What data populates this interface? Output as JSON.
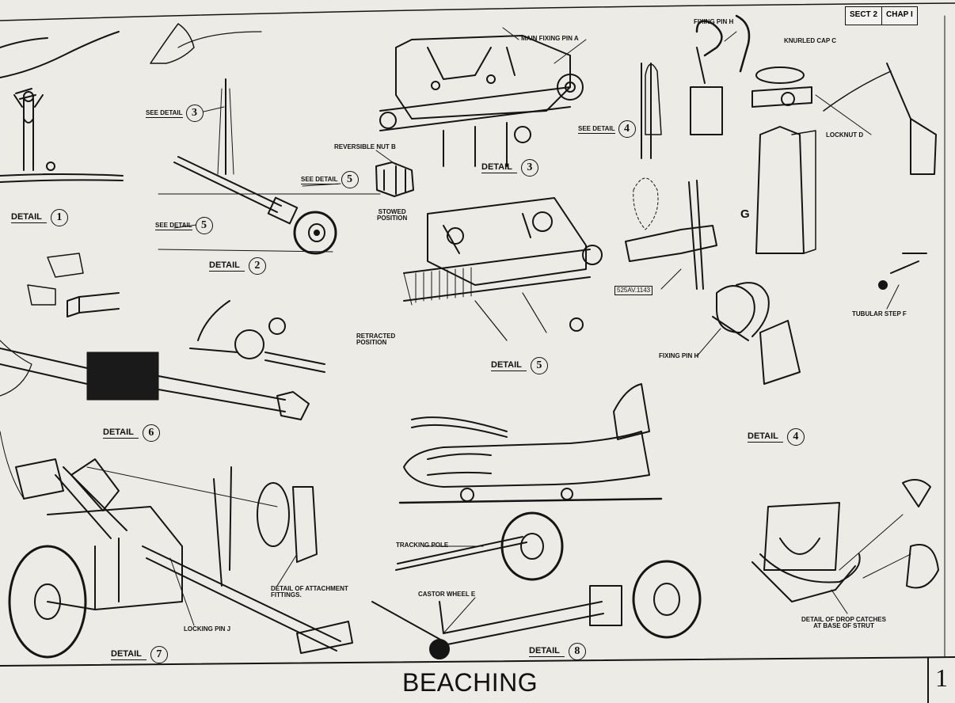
{
  "header": {
    "sect_label": "SECT",
    "sect_value": "2",
    "chap_label": "CHAP",
    "chap_value": "I"
  },
  "title": "BEACHING",
  "page_number": "1",
  "details": {
    "d1": {
      "word": "DETAIL",
      "num": "1"
    },
    "d2": {
      "word": "DETAIL",
      "num": "2"
    },
    "d3": {
      "word": "DETAIL",
      "num": "3"
    },
    "d4": {
      "word": "DETAIL",
      "num": "4"
    },
    "d5": {
      "word": "DETAIL",
      "num": "5"
    },
    "d6": {
      "word": "DETAIL",
      "num": "6"
    },
    "d7": {
      "word": "DETAIL",
      "num": "7"
    },
    "d8": {
      "word": "DETAIL",
      "num": "8"
    }
  },
  "refs": {
    "see3": {
      "text": "SEE DETAIL",
      "num": "3"
    },
    "see5a": {
      "text": "SEE DETAIL",
      "num": "5"
    },
    "see5b": {
      "text": "SEE DETAIL",
      "num": "5"
    },
    "see4": {
      "text": "SEE DETAIL",
      "num": "4"
    }
  },
  "labels": {
    "main_fixing_pin": "MAIN FIXING PIN A",
    "reversible_nut": "REVERSIBLE NUT B",
    "stowed_position": "STOWED\nPOSITION",
    "retracted_position": "RETRACTED\nPOSITION",
    "fixing_pin_h_top": "FIXING PIN H",
    "knurled_cap": "KNURLED CAP C",
    "locknut": "LOCKNUT D",
    "part_number": "525AV.1143",
    "g_letter": "G",
    "tubular_step": "TUBULAR STEP F",
    "fixing_pin_h_mid": "FIXING PIN H",
    "attachment_fittings": "DETAIL OF ATTACHMENT\nFITTINGS.",
    "locking_pin": "LOCKING PIN J",
    "tracking_pole": "TRACKING POLE",
    "castor_wheel": "CASTOR WHEEL E",
    "drop_catches": "DETAIL OF DROP CATCHES\nAT BASE OF STRUT"
  }
}
